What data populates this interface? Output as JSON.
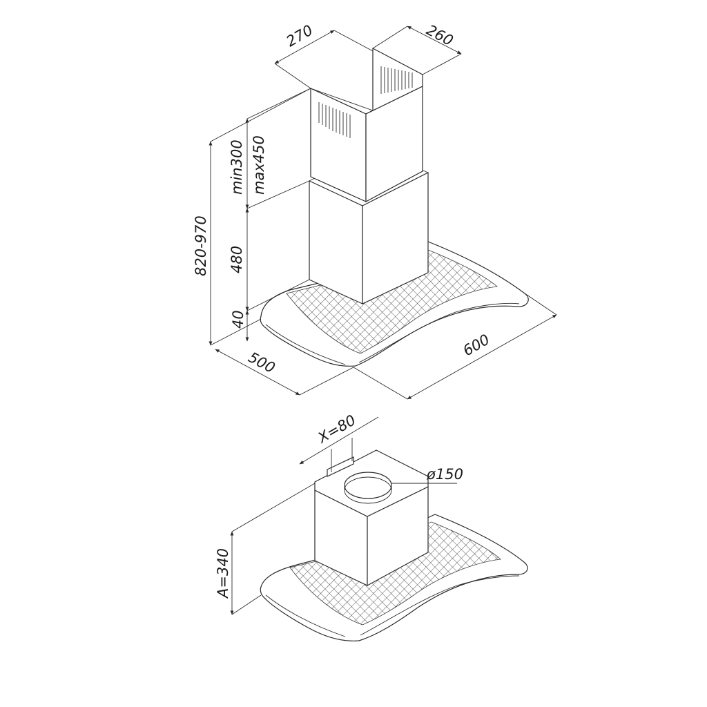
{
  "top_view": {
    "width_top": "270",
    "depth_top": "260",
    "min_height": "min300",
    "max_height": "max450",
    "total_height": "820-970",
    "chimney_low": "480",
    "canopy_height": "40",
    "depth": "500",
    "width": "600"
  },
  "bottom_view": {
    "x_offset": "X=80",
    "duct_diameter": "ø150",
    "a_height": "A=340"
  }
}
